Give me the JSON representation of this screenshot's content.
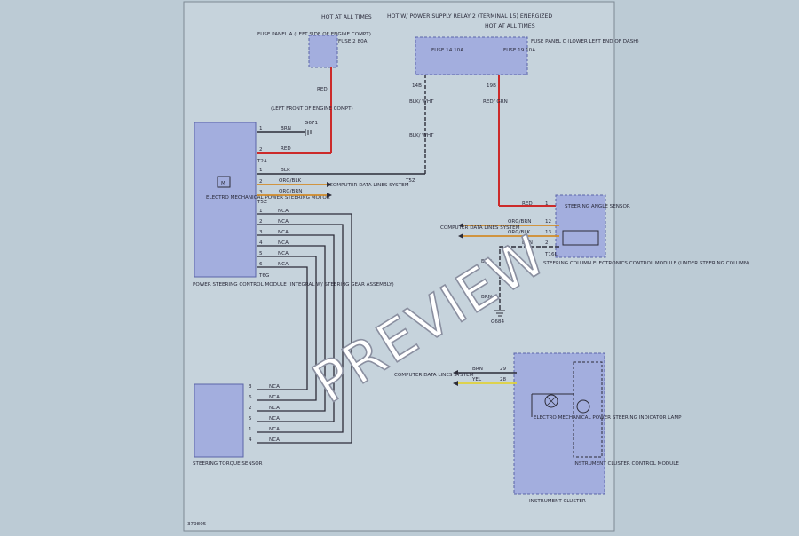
{
  "diagram": {
    "figure_id": "379805",
    "watermark": "PREVIEW",
    "hot_left": "HOT AT ALL TIMES",
    "fuse_panel_a": {
      "fuse": "FUSE 2 80A",
      "label": "FUSE PANEL A (LEFT SIDE OF ENGINE COMPT)"
    },
    "relay_label": "HOT W/ POWER SUPPLY RELAY 2 (TERMINAL 15) ENERGIZED",
    "hot_right": "HOT AT ALL TIMES",
    "fuse_panel_c": {
      "fuse14": "FUSE 14 10A",
      "fuse19": "FUSE 19 10A",
      "label": "FUSE PANEL C (LOWER LEFT END OF DASH)"
    },
    "wires": {
      "red": "RED",
      "brn": "BRN",
      "blk": "BLK",
      "org_blk": "ORG/BLK",
      "org_brn": "ORG/BRN",
      "blk_wht": "BLK/ WHT",
      "red_grn": "RED/ GRN",
      "nca": "NCA",
      "ylw": "YEL"
    },
    "pins": {
      "p148": "14B",
      "p198": "19B",
      "c72a": "T2A",
      "c7sz": "T5Z",
      "c7sz2": "T5Z",
      "c7bg": "T6G",
      "c7bl": "T16L",
      "n1": "1",
      "n2": "2",
      "n3": "3",
      "n4": "4",
      "n5": "5",
      "n6": "6",
      "n12": "12",
      "n13": "13",
      "n28": "28",
      "n29": "29"
    },
    "ground_left": "G671",
    "ground_left_loc": "(LEFT FRONT OF ENGINE COMPT)",
    "ground_right": "G684",
    "computer_data": "COMPUTER DATA LINES SYSTEM",
    "motor_label": "ELECTRO MECHANICAL POWER STEERING MOTOR",
    "motor_symbol": "M",
    "ps_module": "POWER STEERING CONTROL MODULE (INTEGRAL W/ STEERING GEAR ASSEMBLY)",
    "torque_sensor": "STEERING TORQUE SENSOR",
    "angle_sensor": "STEERING ANGLE SENSOR",
    "column_module": "STEERING COLUMN ELECTRONICS CONTROL MODULE (UNDER STEERING COLUMN)",
    "indicator_lamp": "ELECTRO MECHANICAL POWER STEERING INDICATOR LAMP",
    "cluster_module": "INSTRUMENT CLUSTER CONTROL MODULE",
    "cluster": "INSTRUMENT CLUSTER"
  },
  "colors": {
    "box_fill": "#a3aede",
    "box_stroke": "#5b64a8",
    "wire_dark": "#2c2c38",
    "wire_red": "#cc2a2a",
    "wire_org": "#d18b2a",
    "wire_ylw": "#e0d23a",
    "sheet": "#bccbd5"
  }
}
